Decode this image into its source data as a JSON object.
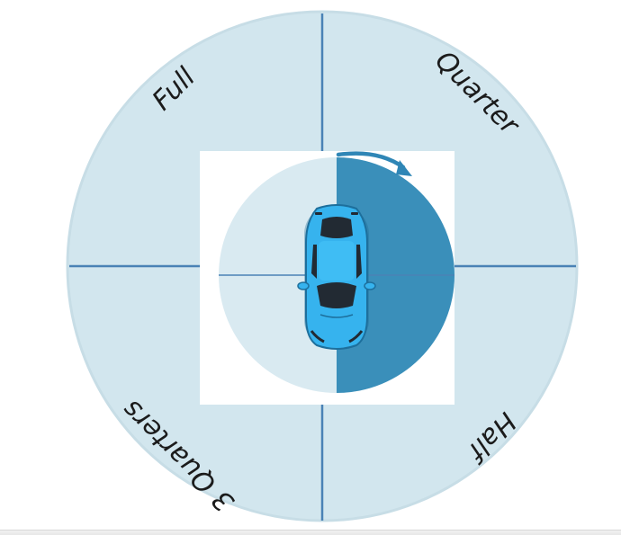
{
  "diagram": {
    "labels": {
      "full": "Full",
      "quarter": "Quarter",
      "half": "Half",
      "three_quarters": "3 Quarters"
    },
    "colors": {
      "outer_fill": "#d2e6ee",
      "outer_edge": "#c7dde6",
      "inner_light": "#d9eaf1",
      "inner_dark": "#3a8fba",
      "divider": "#4a82b5",
      "car_body": "#36b3ee",
      "car_glass": "#222a33",
      "arrow": "#2f86b6"
    },
    "icons": {
      "car": "car-top-view-icon",
      "arrow": "clockwise-arrow-icon"
    }
  }
}
